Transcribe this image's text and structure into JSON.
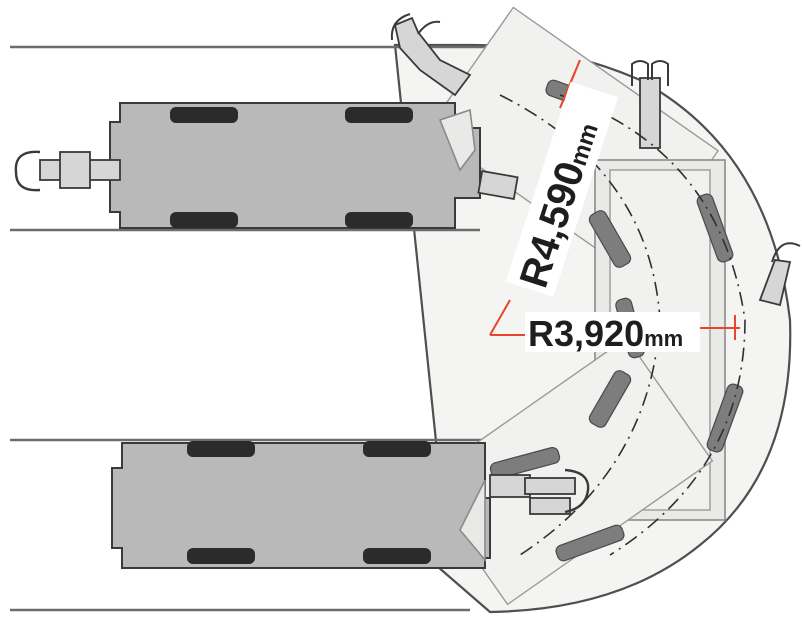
{
  "labels": {
    "outer_radius": "R4,590",
    "inner_radius": "R3,920",
    "unit": "mm"
  },
  "colors": {
    "leader": "#e8452c",
    "car_body": "#b9b9b9",
    "ghost_body": "#e9e9e7",
    "wheel": "#2b2b2b"
  }
}
